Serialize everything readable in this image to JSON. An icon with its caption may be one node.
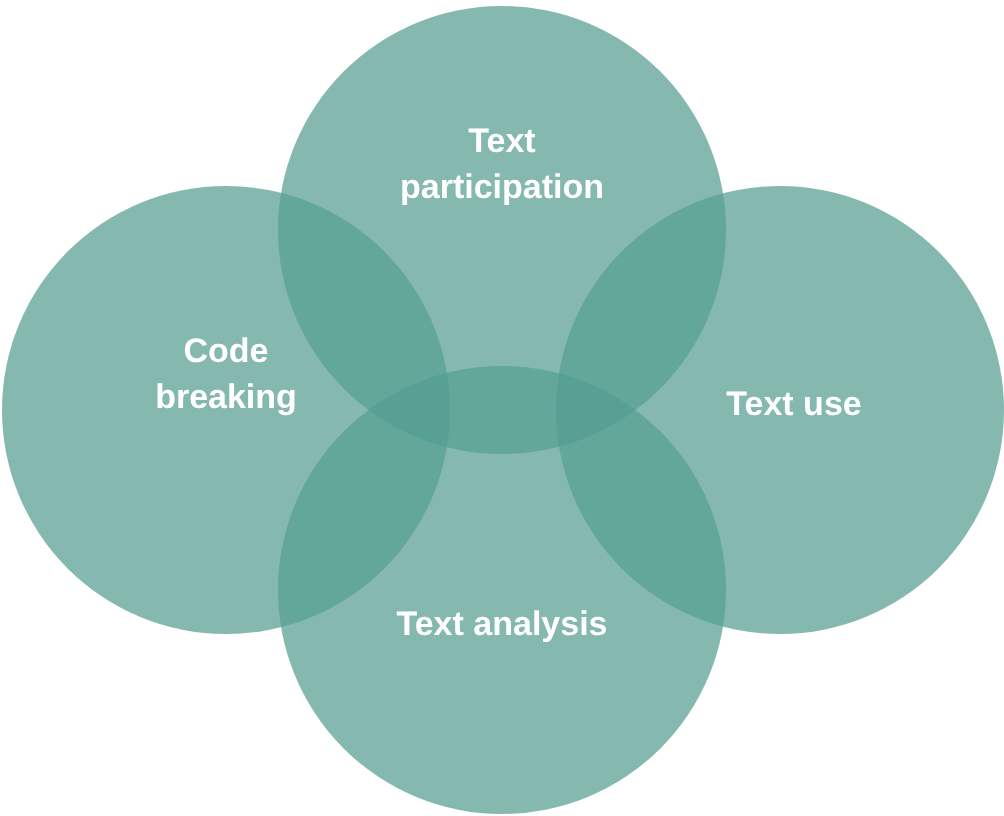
{
  "diagram": {
    "nodes": [
      {
        "text": [
          "Text participation"
        ]
      },
      {
        "text": [
          "Code breaking"
        ]
      },
      {
        "text": [
          "Text use"
        ]
      },
      {
        "text": [
          "Text analysis"
        ]
      }
    ]
  }
}
